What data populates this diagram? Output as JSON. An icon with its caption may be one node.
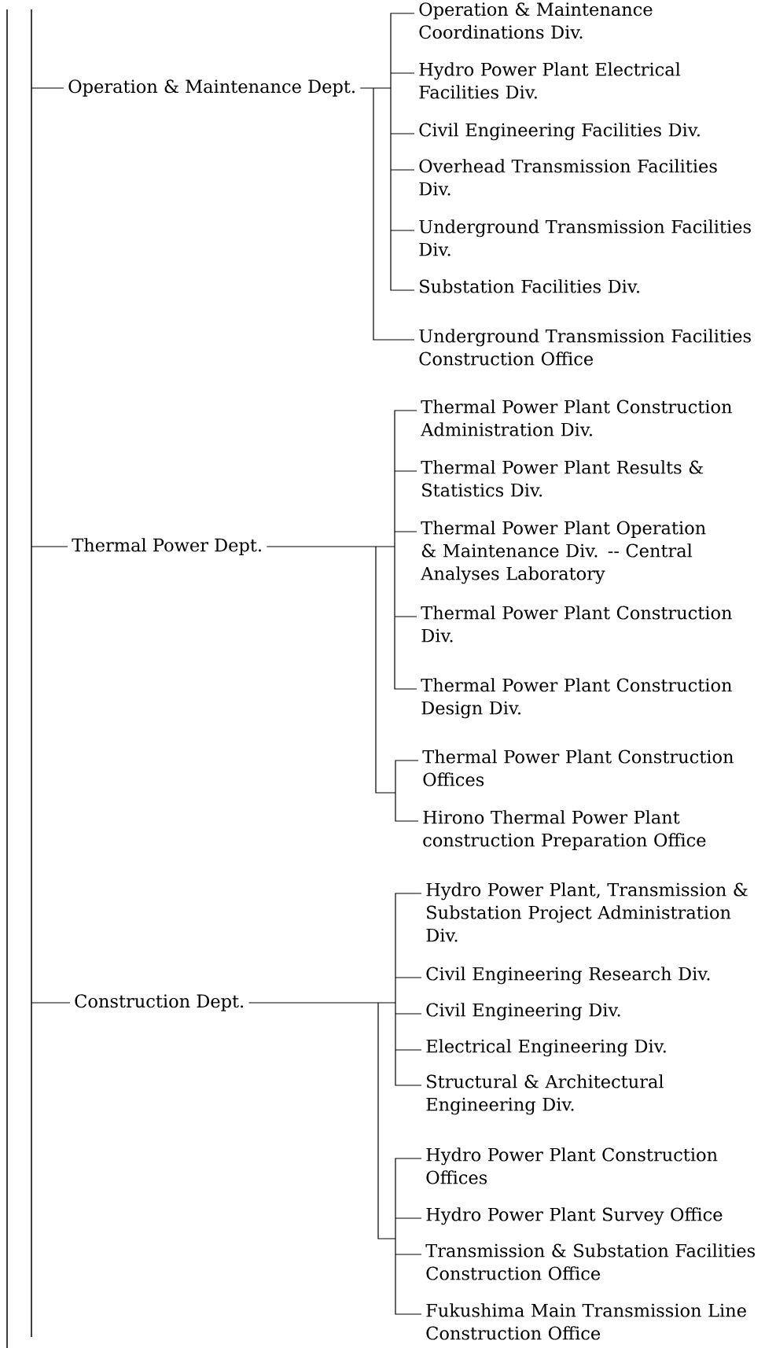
{
  "diagram": {
    "nodes": [
      {
        "text": [
          "Operation & Maintenance Dept."
        ]
      },
      {
        "text": [
          "Operation & Maintenance Coordinations Div."
        ]
      },
      {
        "text": [
          "Hydro Power Plant Electrical Facilities Div."
        ]
      },
      {
        "text": [
          "Civil Engineering Facilities Div."
        ]
      },
      {
        "text": [
          "Overhead Transmission Facilities Div."
        ]
      },
      {
        "text": [
          "Underground Transmission Facilities Div."
        ]
      },
      {
        "text": [
          "Substation Facilities Div."
        ]
      },
      {
        "text": [
          "Underground Transmission Facilities Construction Office"
        ]
      },
      {
        "text": [
          "Thermal Power Dept."
        ]
      },
      {
        "text": [
          "Thermal Power Plant Construction Administration Div."
        ]
      },
      {
        "text": [
          "Thermal Power Plant Results & Statistics Div."
        ]
      },
      {
        "text": [
          "Thermal Power Plant Operation & Maintenance Div. -- Central Analyses Laboratory"
        ]
      },
      {
        "text": [
          "Thermal Power Plant Construction Div."
        ]
      },
      {
        "text": [
          "Thermal Power Plant Construction Design Div."
        ]
      },
      {
        "text": [
          "Thermal Power Plant Construction Offices"
        ]
      },
      {
        "text": [
          "Hirono Thermal Power Plant construction Preparation Office"
        ]
      },
      {
        "text": [
          "Construction Dept."
        ]
      },
      {
        "text": [
          "Hydro Power Plant, Transmission & Substation Project Administration Div."
        ]
      },
      {
        "text": [
          "Civil Engineering Research Div."
        ]
      },
      {
        "text": [
          "Civil Engineering Div."
        ]
      },
      {
        "text": [
          "Electrical Engineering Div."
        ]
      },
      {
        "text": [
          "Structural & Architectural Engineering Div."
        ]
      },
      {
        "text": [
          "Hydro Power Plant Construction Offices"
        ]
      },
      {
        "text": [
          "Hydro Power Plant Survey Office"
        ]
      },
      {
        "text": [
          "Transmission & Substation Facilities Construction Office"
        ]
      },
      {
        "text": [
          "Fukushima Main Transmission Line Construction Office"
        ]
      }
    ],
    "edges": [
      {
        "from": null,
        "to": 0,
        "arrow": "none"
      },
      {
        "from": 0,
        "to": 1,
        "arrow": "none"
      },
      {
        "from": 0,
        "to": 2,
        "arrow": "none"
      },
      {
        "from": 0,
        "to": 3,
        "arrow": "none"
      },
      {
        "from": 0,
        "to": 4,
        "arrow": "none"
      },
      {
        "from": 0,
        "to": 5,
        "arrow": "none"
      },
      {
        "from": 0,
        "to": 6,
        "arrow": "none"
      },
      {
        "from": 0,
        "to": 7,
        "arrow": "none"
      },
      {
        "from": null,
        "to": 8,
        "arrow": "none"
      },
      {
        "from": 8,
        "to": 9,
        "arrow": "none"
      },
      {
        "from": 8,
        "to": 10,
        "arrow": "none"
      },
      {
        "from": 8,
        "to": 11,
        "arrow": "none"
      },
      {
        "from": 8,
        "to": 12,
        "arrow": "none"
      },
      {
        "from": 8,
        "to": 13,
        "arrow": "none"
      },
      {
        "from": 8,
        "to": 14,
        "arrow": "none"
      },
      {
        "from": 8,
        "to": 15,
        "arrow": "none"
      },
      {
        "from": null,
        "to": 16,
        "arrow": "none"
      },
      {
        "from": 16,
        "to": 17,
        "arrow": "none"
      },
      {
        "from": 16,
        "to": 18,
        "arrow": "none"
      },
      {
        "from": 16,
        "to": 19,
        "arrow": "none"
      },
      {
        "from": 16,
        "to": 20,
        "arrow": "none"
      },
      {
        "from": 16,
        "to": 21,
        "arrow": "none"
      },
      {
        "from": 16,
        "to": 22,
        "arrow": "none"
      },
      {
        "from": 16,
        "to": 23,
        "arrow": "none"
      },
      {
        "from": 16,
        "to": 24,
        "arrow": "none"
      },
      {
        "from": 16,
        "to": 25,
        "arrow": "none"
      }
    ]
  }
}
